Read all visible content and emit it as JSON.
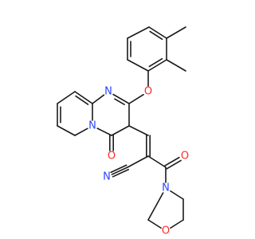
{
  "structure": {
    "atoms": [
      {
        "id": "a1",
        "symbol": "",
        "color": "#1a1a1a"
      },
      {
        "id": "a2",
        "symbol": "",
        "color": "#1a1a1a"
      },
      {
        "id": "a3",
        "symbol": "",
        "color": "#1a1a1a"
      },
      {
        "id": "a4",
        "symbol": "",
        "color": "#1a1a1a"
      },
      {
        "id": "a5",
        "symbol": "",
        "color": "#1a1a1a"
      },
      {
        "id": "a6",
        "symbol": "",
        "color": "#1a1a1a"
      },
      {
        "id": "a7",
        "symbol": "",
        "color": "#1a1a1a"
      },
      {
        "id": "a8",
        "symbol": "",
        "color": "#1a1a1a"
      },
      {
        "id": "o9",
        "symbol": "O",
        "color": "#ff2a2a"
      },
      {
        "id": "a10",
        "symbol": "",
        "color": "#1a1a1a"
      },
      {
        "id": "n11",
        "symbol": "N",
        "color": "#2a44ff"
      },
      {
        "id": "a12",
        "symbol": "",
        "color": "#1a1a1a"
      },
      {
        "id": "n13",
        "symbol": "N",
        "color": "#2a44ff"
      },
      {
        "id": "a14",
        "symbol": "",
        "color": "#1a1a1a"
      },
      {
        "id": "a15",
        "symbol": "",
        "color": "#1a1a1a"
      },
      {
        "id": "a16",
        "symbol": "",
        "color": "#1a1a1a"
      },
      {
        "id": "a17",
        "symbol": "",
        "color": "#1a1a1a"
      },
      {
        "id": "a18",
        "symbol": "",
        "color": "#1a1a1a"
      },
      {
        "id": "o19",
        "symbol": "O",
        "color": "#ff2a2a"
      },
      {
        "id": "a20",
        "symbol": "",
        "color": "#1a1a1a"
      },
      {
        "id": "a21",
        "symbol": "",
        "color": "#1a1a1a"
      },
      {
        "id": "a22",
        "symbol": "",
        "color": "#1a1a1a"
      },
      {
        "id": "n23",
        "symbol": "N",
        "color": "#2a44ff"
      },
      {
        "id": "a24",
        "symbol": "",
        "color": "#1a1a1a"
      },
      {
        "id": "o25",
        "symbol": "O",
        "color": "#ff2a2a"
      },
      {
        "id": "n26",
        "symbol": "N",
        "color": "#2a44ff"
      },
      {
        "id": "a27",
        "symbol": "",
        "color": "#1a1a1a"
      },
      {
        "id": "a28",
        "symbol": "",
        "color": "#1a1a1a"
      },
      {
        "id": "o29",
        "symbol": "O",
        "color": "#ff2a2a"
      },
      {
        "id": "a30",
        "symbol": "",
        "color": "#1a1a1a"
      },
      {
        "id": "a31",
        "symbol": "",
        "color": "#1a1a1a"
      },
      {
        "id": "me1",
        "symbol": "",
        "color": "#1a1a1a"
      },
      {
        "id": "me2",
        "symbol": "",
        "color": "#1a1a1a"
      }
    ],
    "bonds": [
      {
        "a": "a1",
        "b": "a2",
        "order": 1
      },
      {
        "a": "a2",
        "b": "a3",
        "order": 2
      },
      {
        "a": "a3",
        "b": "a4",
        "order": 1
      },
      {
        "a": "a4",
        "b": "a5",
        "order": 2
      },
      {
        "a": "a5",
        "b": "a6",
        "order": 1
      },
      {
        "a": "a6",
        "b": "a1",
        "order": 2
      },
      {
        "a": "a3",
        "b": "me1",
        "order": 1
      },
      {
        "a": "a4",
        "b": "me2",
        "order": 1
      },
      {
        "a": "a5",
        "b": "o9",
        "order": 1
      },
      {
        "a": "o9",
        "b": "a10",
        "order": 1
      },
      {
        "a": "a10",
        "b": "n11",
        "order": 2
      },
      {
        "a": "n11",
        "b": "a12",
        "order": 1
      },
      {
        "a": "a12",
        "b": "n13",
        "order": 1
      },
      {
        "a": "n13",
        "b": "a14",
        "order": 1
      },
      {
        "a": "a14",
        "b": "a15",
        "order": 1
      },
      {
        "a": "a15",
        "b": "a10",
        "order": 1
      },
      {
        "a": "a12",
        "b": "a16",
        "order": 2
      },
      {
        "a": "a16",
        "b": "a17",
        "order": 1
      },
      {
        "a": "a17",
        "b": "a18",
        "order": 2
      },
      {
        "a": "a18",
        "b": "a31",
        "order": 1
      },
      {
        "a": "a31",
        "b": "n13",
        "order": 1
      },
      {
        "a": "a14",
        "b": "o19",
        "order": 2
      },
      {
        "a": "a15",
        "b": "a20",
        "order": 1
      },
      {
        "a": "a20",
        "b": "a21",
        "order": 2
      },
      {
        "a": "a21",
        "b": "a22",
        "order": 1
      },
      {
        "a": "a22",
        "b": "n23",
        "order": 3
      },
      {
        "a": "a21",
        "b": "a24",
        "order": 1
      },
      {
        "a": "a24",
        "b": "o25",
        "order": 2
      },
      {
        "a": "a24",
        "b": "n26",
        "order": 1
      },
      {
        "a": "n26",
        "b": "a27",
        "order": 1
      },
      {
        "a": "a27",
        "b": "a28",
        "order": 1
      },
      {
        "a": "a28",
        "b": "o29",
        "order": 1
      },
      {
        "a": "o29",
        "b": "a30",
        "order": 1
      },
      {
        "a": "a30",
        "b": "n26",
        "order": 1
      }
    ]
  }
}
